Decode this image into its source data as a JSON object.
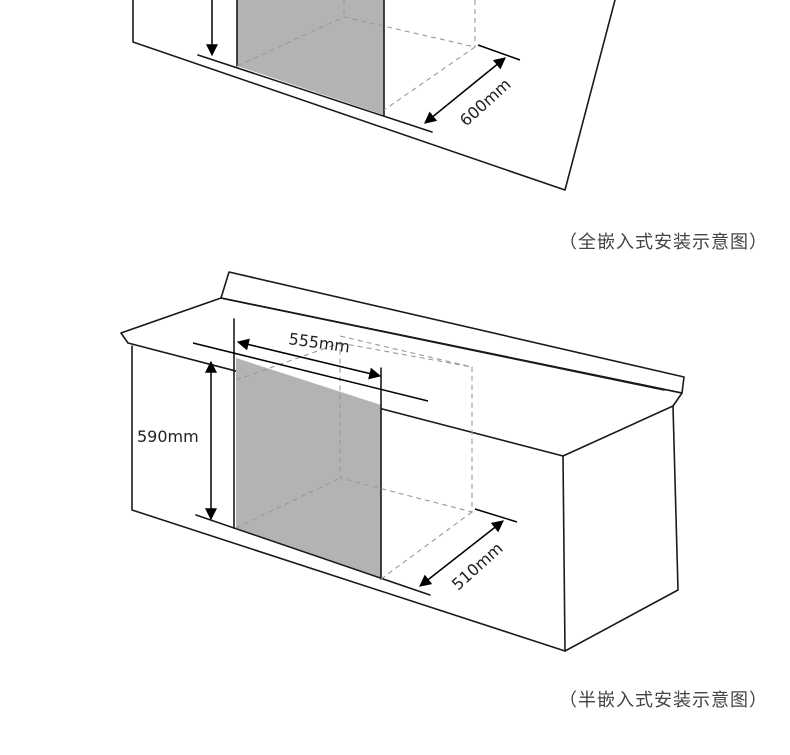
{
  "colors": {
    "line": "#1a1a1a",
    "dashed": "#999999",
    "panel": "#b3b3b3",
    "caption": "#444444"
  },
  "top_diagram": {
    "depth_label": "600mm",
    "caption": "（全嵌入式安装示意图）"
  },
  "bottom_diagram": {
    "width_label": "555mm",
    "height_label": "590mm",
    "depth_label": "510mm",
    "caption": "（半嵌入式安装示意图）"
  }
}
